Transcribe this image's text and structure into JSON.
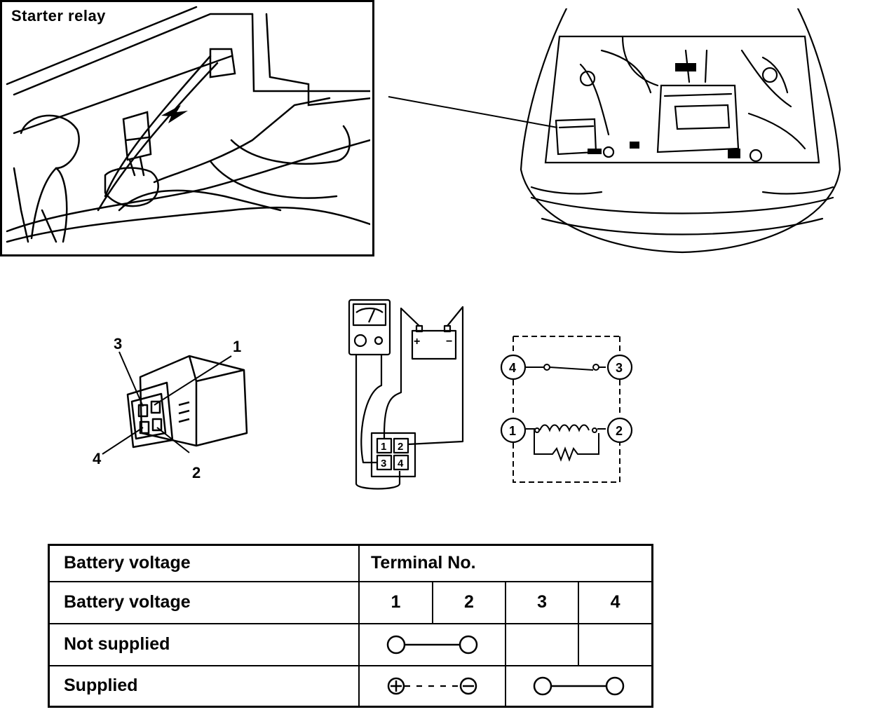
{
  "inset": {
    "title": "Starter  relay"
  },
  "relay_callouts": {
    "t1": "1",
    "t2": "2",
    "t3": "3",
    "t4": "4"
  },
  "wiring": {
    "battery": {
      "pos": "+",
      "neg": "−"
    },
    "connector": {
      "p1": "1",
      "p2": "2",
      "p3": "3",
      "p4": "4"
    }
  },
  "schematic": {
    "n4": "4",
    "n3": "3",
    "n1": "1",
    "n2": "2"
  },
  "table": {
    "col_header": "Battery voltage",
    "terminal_header": "Terminal No.",
    "row_header_label": "Battery voltage",
    "terminals": [
      "1",
      "2",
      "3",
      "4"
    ],
    "rows": [
      {
        "label": "Not supplied"
      },
      {
        "label": "Supplied"
      }
    ]
  },
  "colors": {
    "ink": "#000000",
    "paper": "#ffffff"
  }
}
